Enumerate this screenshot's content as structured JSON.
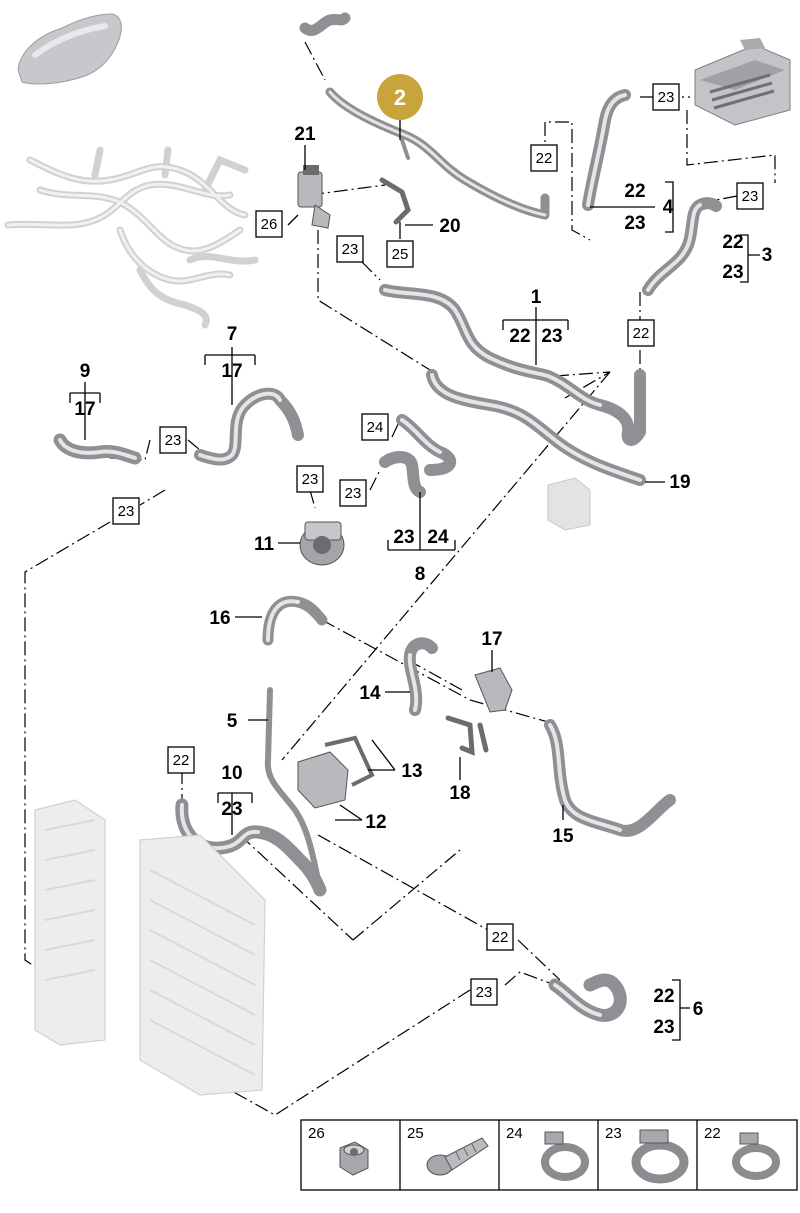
{
  "callout": {
    "number": "2",
    "color": "#c9a43a"
  },
  "labels": {
    "l1": "1",
    "l3": "3",
    "l4": "4",
    "l5": "5",
    "l6": "6",
    "l7": "7",
    "l8": "8",
    "l9": "9",
    "l10": "10",
    "l11": "11",
    "l12": "12",
    "l13": "13",
    "l14": "14",
    "l15": "15",
    "l16": "16",
    "l17": "17",
    "l18": "18",
    "l19": "19",
    "l20": "20",
    "l21": "21",
    "s1a": "22",
    "s1b": "23",
    "s3a": "22",
    "s3b": "23",
    "s4a": "22",
    "s4b": "23",
    "s6a": "22",
    "s6b": "23",
    "s7": "17",
    "s9": "17",
    "s8a": "23",
    "s8b": "24",
    "s10": "23"
  },
  "boxes": {
    "b22_top": "22",
    "b23_topright": "23",
    "b23_right": "23",
    "b26": "26",
    "b23_mid": "23",
    "b25": "25",
    "b22_r": "22",
    "b23_9": "23",
    "b23_11": "23",
    "b24": "24",
    "b23_8": "23",
    "b23_left": "23",
    "b22_10": "22",
    "b22_bottom": "22",
    "b23_bottom": "23"
  },
  "legend": [
    {
      "num": "26",
      "icon": "nut-icon"
    },
    {
      "num": "25",
      "icon": "bolt-icon"
    },
    {
      "num": "24",
      "icon": "hose-clamp-icon"
    },
    {
      "num": "23",
      "icon": "hose-clamp-large-icon"
    },
    {
      "num": "22",
      "icon": "hose-clamp-small-icon"
    }
  ],
  "colors": {
    "hose": "#8e9094",
    "ghost": "#cfd1d4",
    "callout": "#c9a43a"
  }
}
